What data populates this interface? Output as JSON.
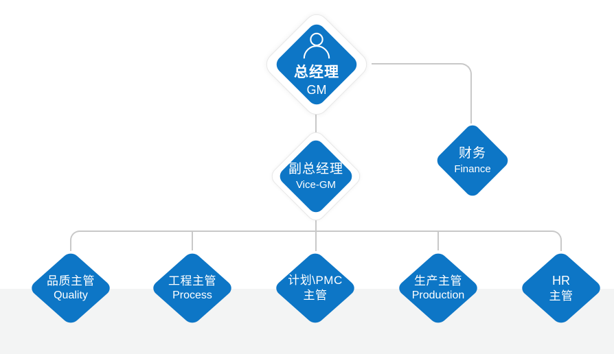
{
  "palette": {
    "node_blue": "#0d76c6",
    "connector_gray": "#c8c8c8",
    "band_gray": "#f3f4f4",
    "background": "#ffffff",
    "text_white": "#ffffff"
  },
  "chart": {
    "type": "org-chart",
    "nodes": {
      "gm": {
        "title": "总经理",
        "subtitle": "GM",
        "icon": "person-icon"
      },
      "vice_gm": {
        "title": "副总经理",
        "subtitle": "Vice-GM"
      },
      "finance": {
        "title": "财务",
        "subtitle": "Finance"
      },
      "quality": {
        "title": "品质主管",
        "subtitle": "Quality"
      },
      "process": {
        "title": "工程主管",
        "subtitle": "Process"
      },
      "pmc": {
        "title": "计划\\PMC",
        "subtitle": "主管"
      },
      "production": {
        "title": "生产主管",
        "subtitle": "Production"
      },
      "hr": {
        "title": "HR",
        "subtitle": "主管"
      }
    },
    "edges": [
      [
        "gm",
        "vice_gm"
      ],
      [
        "gm",
        "finance"
      ],
      [
        "vice_gm",
        "quality"
      ],
      [
        "vice_gm",
        "process"
      ],
      [
        "vice_gm",
        "pmc"
      ],
      [
        "vice_gm",
        "production"
      ],
      [
        "vice_gm",
        "hr"
      ]
    ]
  }
}
